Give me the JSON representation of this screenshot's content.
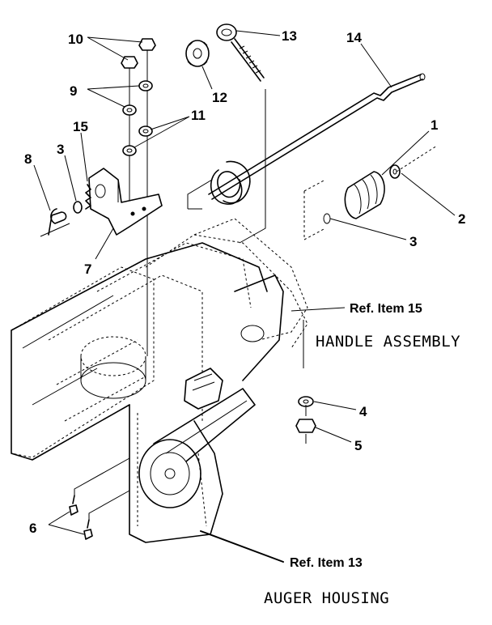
{
  "callouts": {
    "c1": "1",
    "c2": "2",
    "c3a": "3",
    "c3b": "3",
    "c4": "4",
    "c5": "5",
    "c6": "6",
    "c7": "7",
    "c8": "8",
    "c9": "9",
    "c10": "10",
    "c11": "11",
    "c12": "12",
    "c13": "13",
    "c14": "14",
    "c15": "15"
  },
  "references": {
    "ref_item_15": "Ref. Item 15",
    "ref_item_13": "Ref. Item 13"
  },
  "assemblies": {
    "handle": "HANDLE ASSEMBLY",
    "auger": "AUGER HOUSING"
  }
}
